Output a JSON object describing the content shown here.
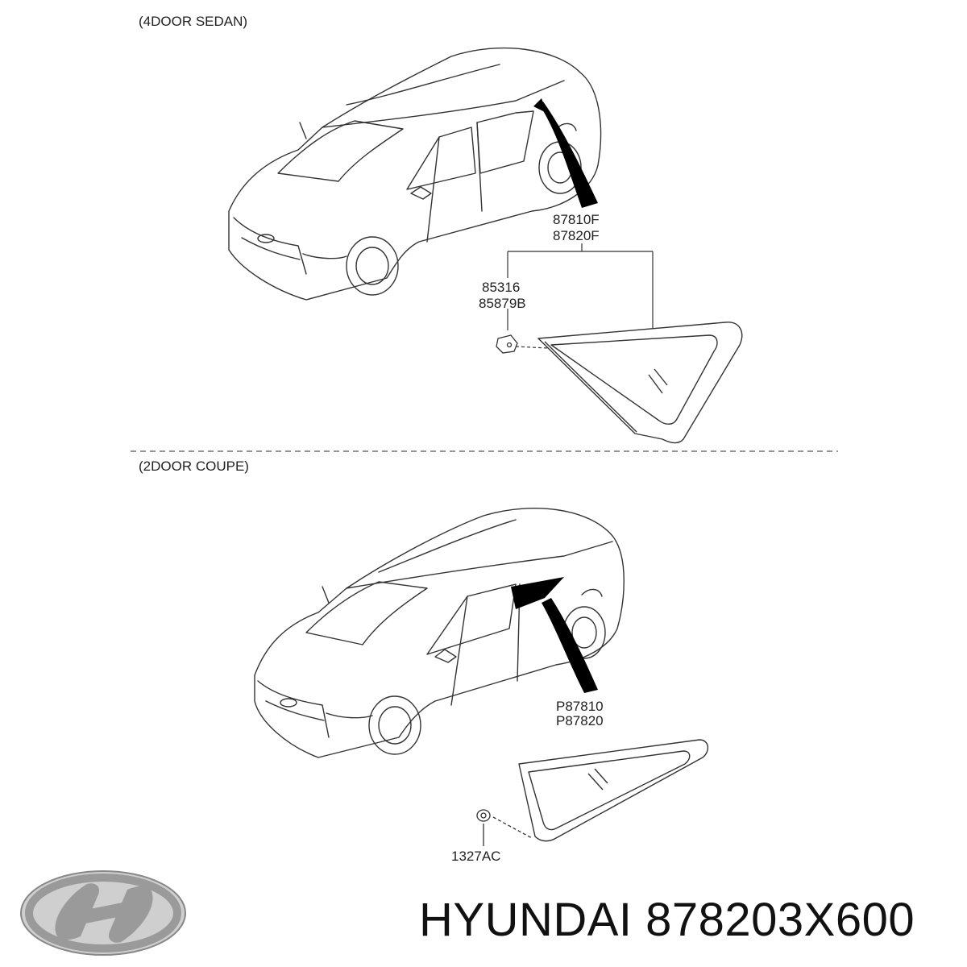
{
  "sections": [
    {
      "title": "(4DOOR SEDAN)",
      "part_numbers": [
        "87810F",
        "87820F"
      ],
      "clip_numbers": [
        "85316",
        "85879B"
      ]
    },
    {
      "title": "(2DOOR COUPE)",
      "part_numbers": [
        "P87810",
        "P87820"
      ],
      "clip_numbers": [
        "1327AC"
      ]
    }
  ],
  "brand": {
    "logo_icon": "hyundai-logo-icon",
    "caption": "HYUNDAI 878203X600"
  },
  "colors": {
    "line": "#333333",
    "fill": "#000000",
    "logo": "#9a9a9a"
  }
}
